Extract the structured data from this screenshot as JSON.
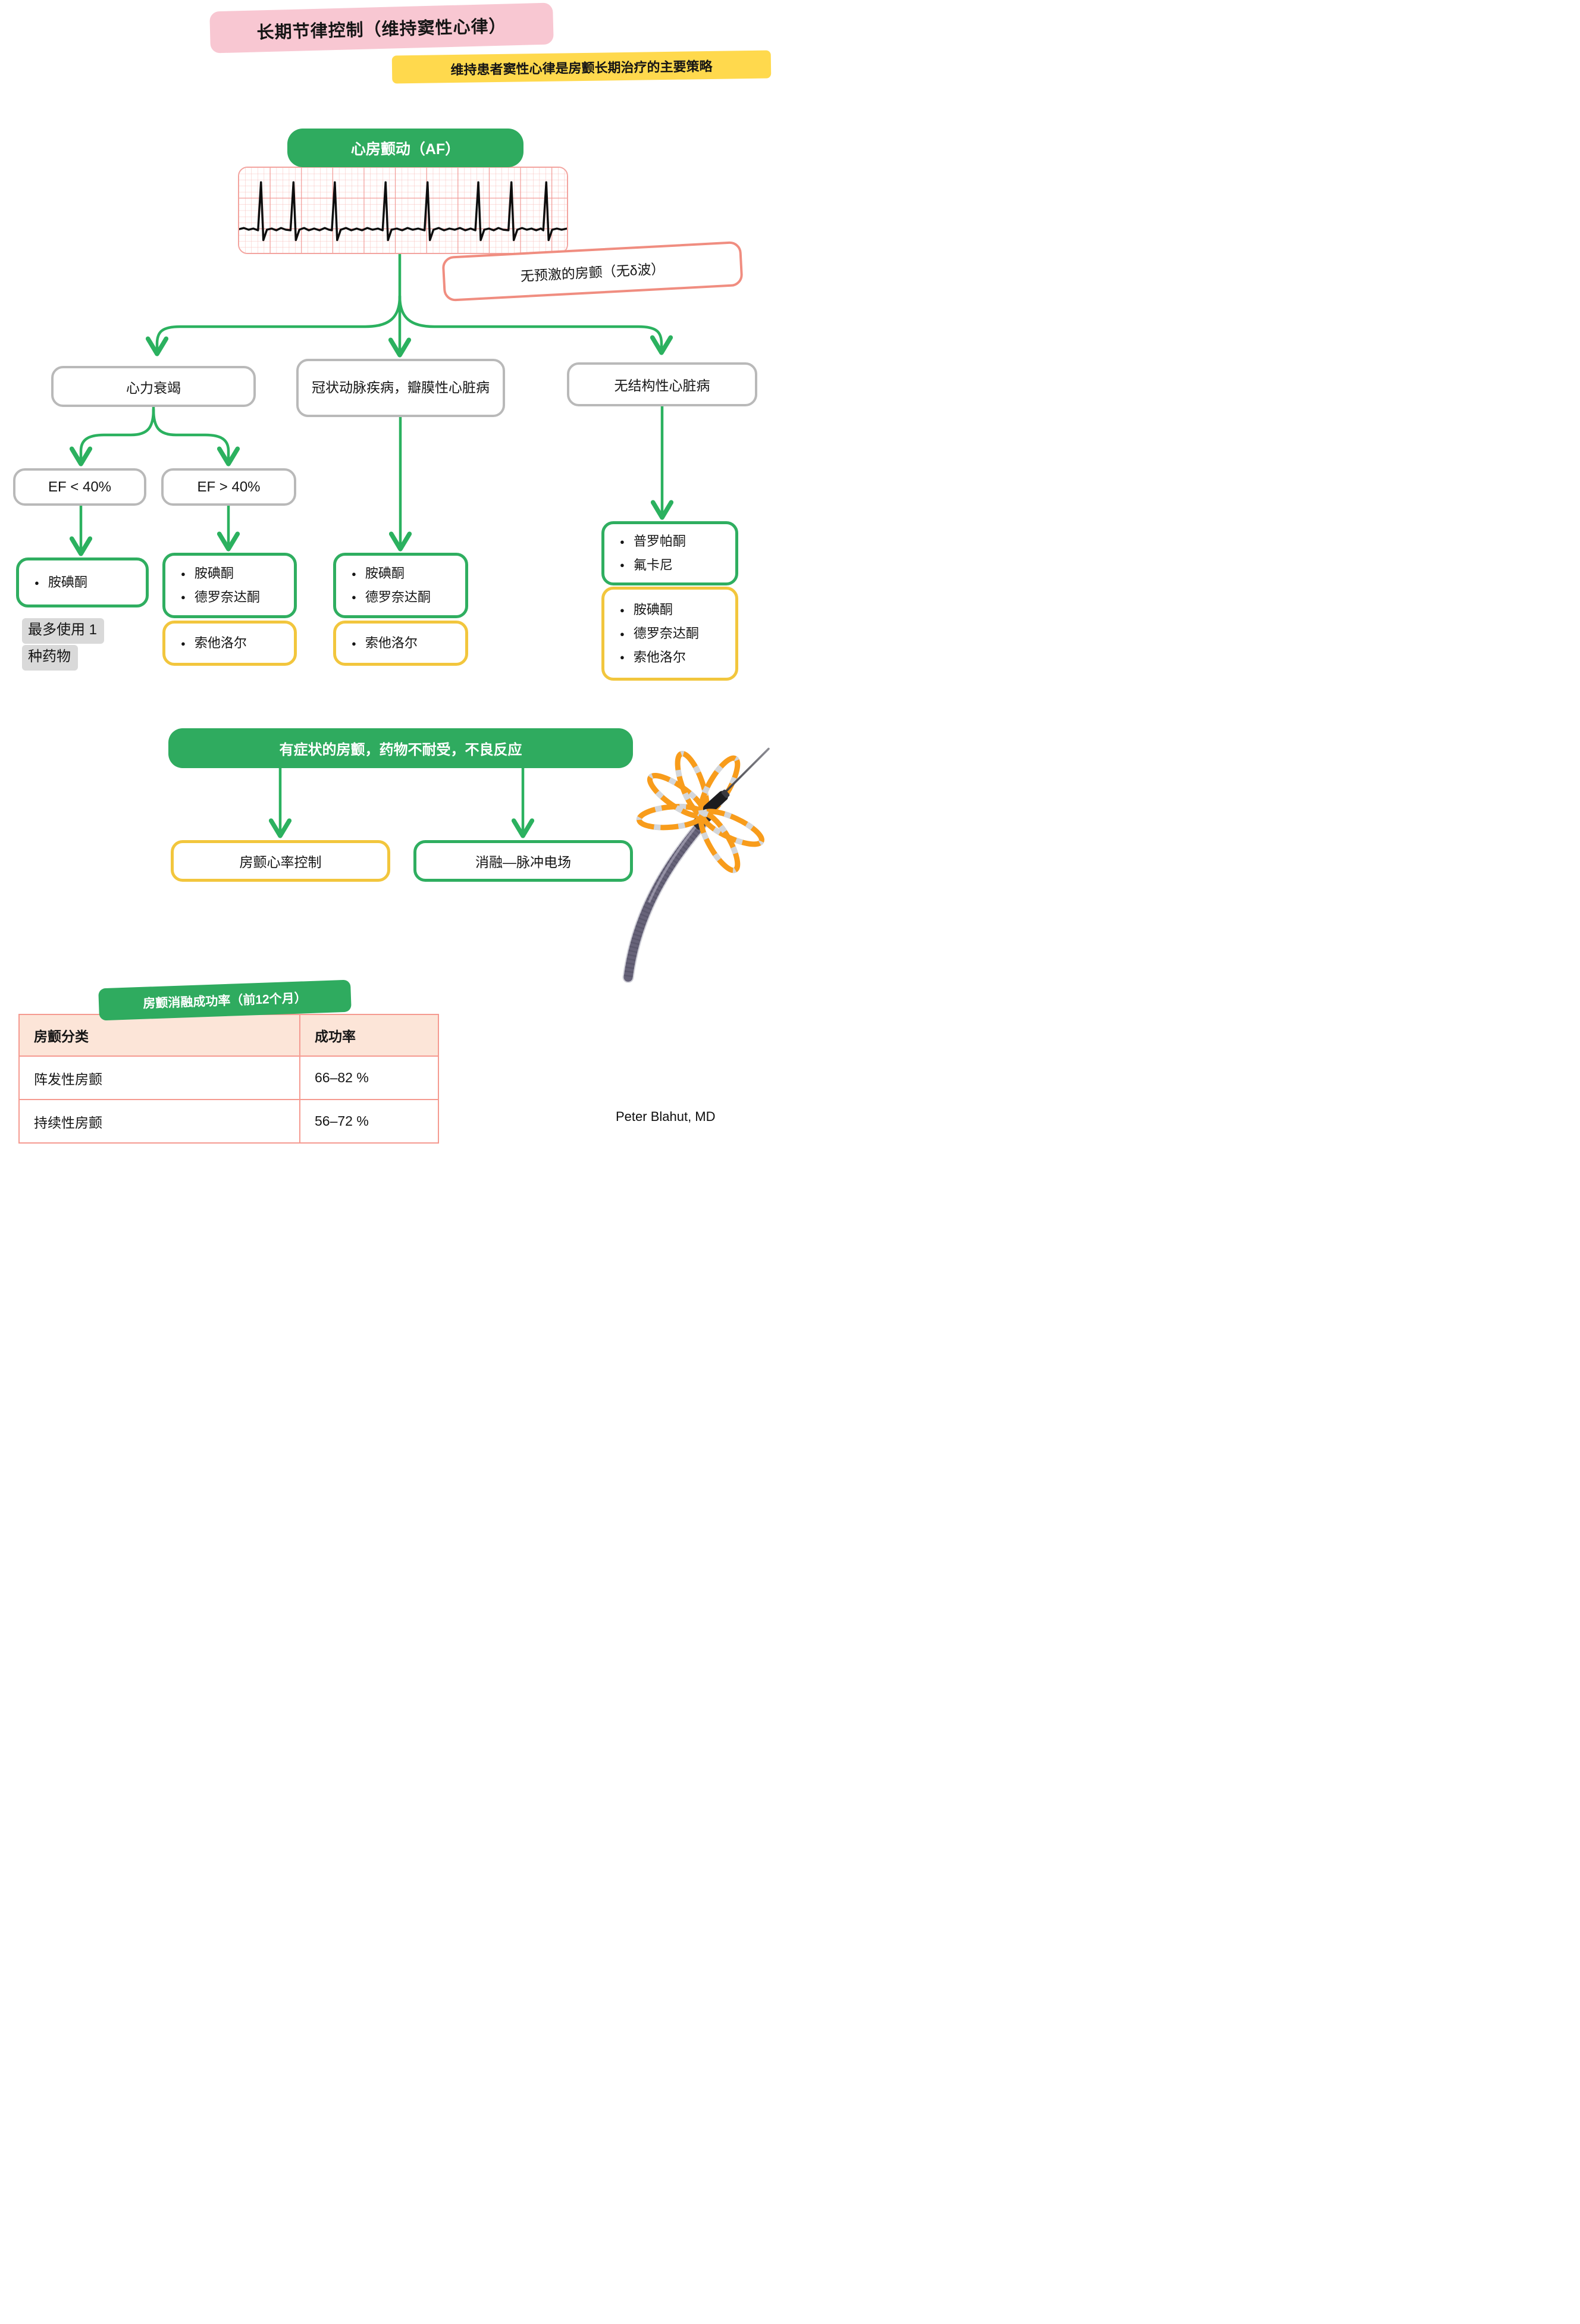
{
  "title": {
    "text": "长期节律控制（维持窦性心律）"
  },
  "subtitle": {
    "text": "维持患者窦性心律是房颤长期治疗的主要策略"
  },
  "af": {
    "label": "心房颤动（AF）"
  },
  "delta_note": {
    "label": "无预激的房颤（无δ波）"
  },
  "branches": {
    "heart_failure": "心力衰竭",
    "cad_valvular": "冠状动脉疾病，瓣膜性心脏病",
    "no_structural": "无结构性心脏病"
  },
  "ef": {
    "lt": "EF < 40%",
    "gt": "EF > 40%"
  },
  "drugs": {
    "ef_lt_green": {
      "items": [
        "胺碘酮"
      ]
    },
    "ef_gt_green": {
      "items": [
        "胺碘酮",
        "德罗奈达酮"
      ]
    },
    "ef_gt_yellow": {
      "items": [
        "索他洛尔"
      ]
    },
    "cad_green": {
      "items": [
        "胺碘酮",
        "德罗奈达酮"
      ]
    },
    "cad_yellow": {
      "items": [
        "索他洛尔"
      ]
    },
    "no_structural_green": {
      "items": [
        "普罗帕酮",
        "氟卡尼"
      ]
    },
    "no_structural_yellow": {
      "items": [
        "胺碘酮",
        "德罗奈达酮",
        "索他洛尔"
      ]
    }
  },
  "note_max_one": {
    "line1": "最多使用 1",
    "line2": "种药物"
  },
  "banner": {
    "label": "有症状的房颤，药物不耐受，不良反应"
  },
  "outcomes": {
    "rate_control": "房颤心率控制",
    "ablation": "消融—脉冲电场"
  },
  "success_table": {
    "caption": "房颤消融成功率（前12个月）",
    "headers": [
      "房颤分类",
      "成功率"
    ],
    "rows": [
      [
        "阵发性房颤",
        "66–82 %"
      ],
      [
        "持续性房颤",
        "56–72 %"
      ]
    ]
  },
  "credit": {
    "text": "Peter Blahut, MD"
  },
  "icons": {
    "bullet": "●"
  },
  "colors": {
    "green": "#2fab5f",
    "green_border": "#2fae60",
    "pink_highlight": "#f8c7d2",
    "yellow_highlight": "#ffd94d",
    "salmon_border": "#f08d80",
    "gold_border": "#f2c63d",
    "gray_border": "#b9b9b9",
    "table_border": "#f59a90",
    "table_header_bg": "#fce5d8",
    "note_gray": "#d9d9d9",
    "catheter_orange": "#f89c1b"
  }
}
